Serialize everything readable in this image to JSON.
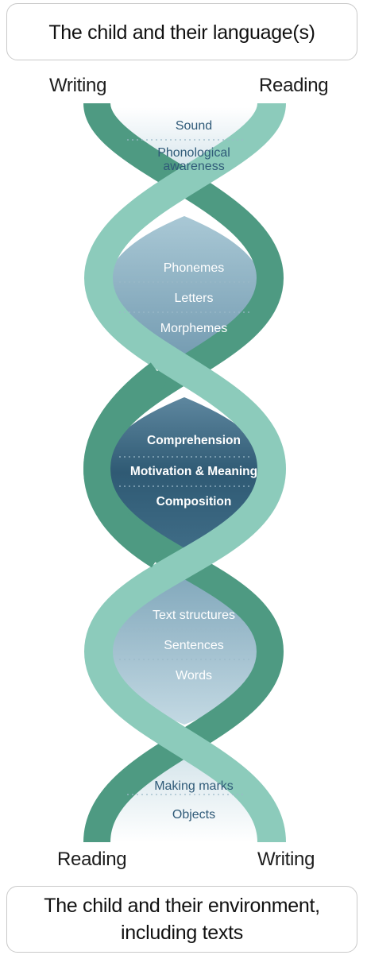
{
  "title_top": "The child and their language(s)",
  "title_bottom_line1": "The child and their environment,",
  "title_bottom_line2": "including texts",
  "strand_labels": {
    "top_left": "Writing",
    "top_right": "Reading",
    "bottom_left": "Reading",
    "bottom_right": "Writing"
  },
  "stages": [
    {
      "id": "sound",
      "text": "Sound"
    },
    {
      "id": "phonological-1",
      "text": "Phonological"
    },
    {
      "id": "phonological-2",
      "text": "awareness"
    },
    {
      "id": "phonemes",
      "text": "Phonemes"
    },
    {
      "id": "letters",
      "text": "Letters"
    },
    {
      "id": "morphemes",
      "text": "Morphemes"
    },
    {
      "id": "comprehension",
      "text": "Comprehension"
    },
    {
      "id": "motivation",
      "text": "Motivation & Meaning"
    },
    {
      "id": "composition",
      "text": "Composition"
    },
    {
      "id": "text-structures",
      "text": "Text structures"
    },
    {
      "id": "sentences",
      "text": "Sentences"
    },
    {
      "id": "words",
      "text": "Words"
    },
    {
      "id": "making-marks",
      "text": "Making marks"
    },
    {
      "id": "objects",
      "text": "Objects"
    }
  ],
  "colors": {
    "strand_light": "#8ccbbb",
    "strand_dark": "#4e9a82",
    "fill_lightest": "#e6f0f3",
    "fill_light": "#a9c8d5",
    "fill_mid": "#7fa6ba",
    "fill_dark": "#2f5a74",
    "label_dark": "#2f5a78",
    "label_light": "#ffffff"
  }
}
